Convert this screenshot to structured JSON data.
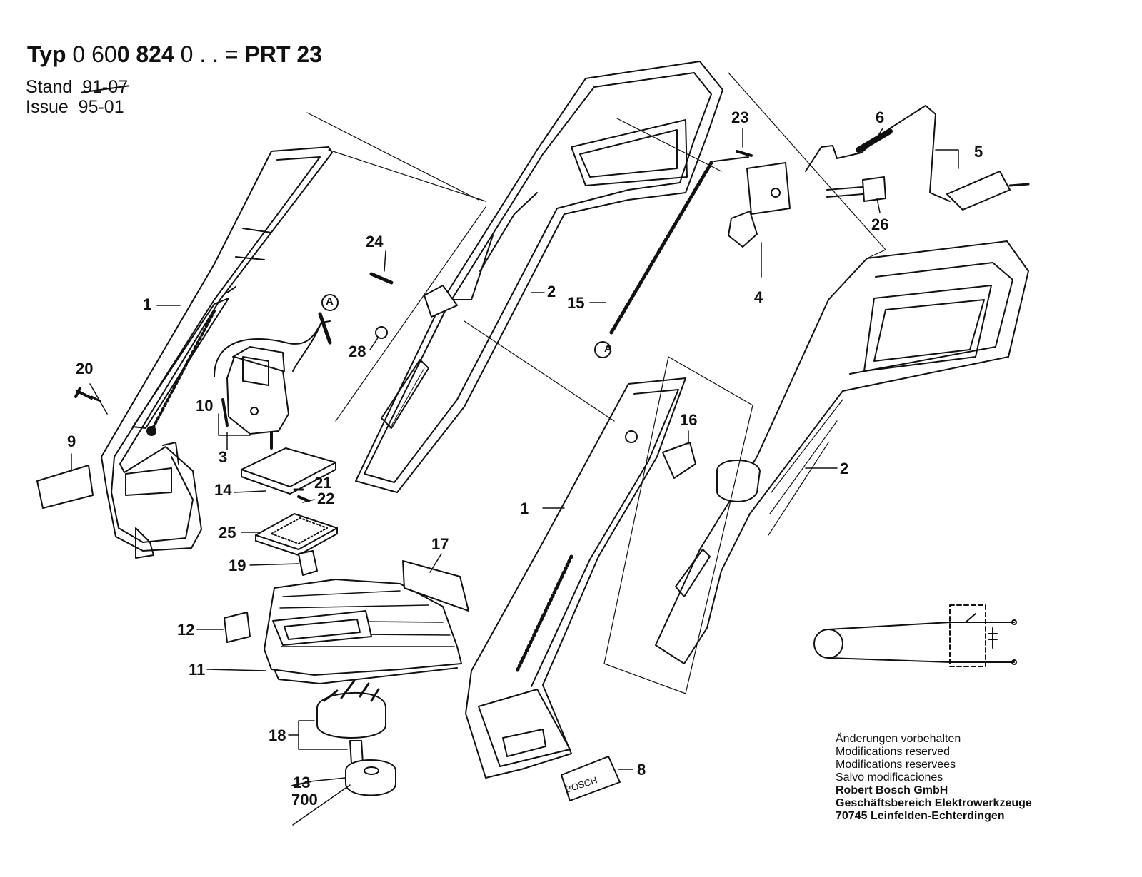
{
  "header": {
    "typ_label": "Typ",
    "typ_number_a": "0 60",
    "typ_number_b": "0 824",
    "typ_number_c": "0 . . =",
    "model": "PRT 23",
    "stand_label": "Stand",
    "stand_value": "91-07",
    "issue_label": "Issue",
    "issue_value": "95-01"
  },
  "callouts": {
    "p1a": "1",
    "p1b": "1",
    "p2a": "2",
    "p2b": "2",
    "p3": "3",
    "p4": "4",
    "p5": "5",
    "p6": "6",
    "p8": "8",
    "p9": "9",
    "p10": "10",
    "p11": "11",
    "p12": "12",
    "p13": "13",
    "p700": "700",
    "p14": "14",
    "p15": "15",
    "p16": "16",
    "p17": "17",
    "p18": "18",
    "p19": "19",
    "p20": "20",
    "p21": "21",
    "p22": "22",
    "p23": "23",
    "p24": "24",
    "p25": "25",
    "p26": "26",
    "p28": "28",
    "markerA1": "A",
    "markerA2": "A"
  },
  "plate_text": "BOSCH",
  "notes": {
    "line1": "Änderungen vorbehalten",
    "line2": "Modifications reserved",
    "line3": "Modifications reservees",
    "line4": "Salvo modificaciones",
    "company": "Robert Bosch GmbH",
    "division": "Geschäftsbereich Elektrowerkzeuge",
    "address": "70745 Leinfelden-Echterdingen"
  }
}
